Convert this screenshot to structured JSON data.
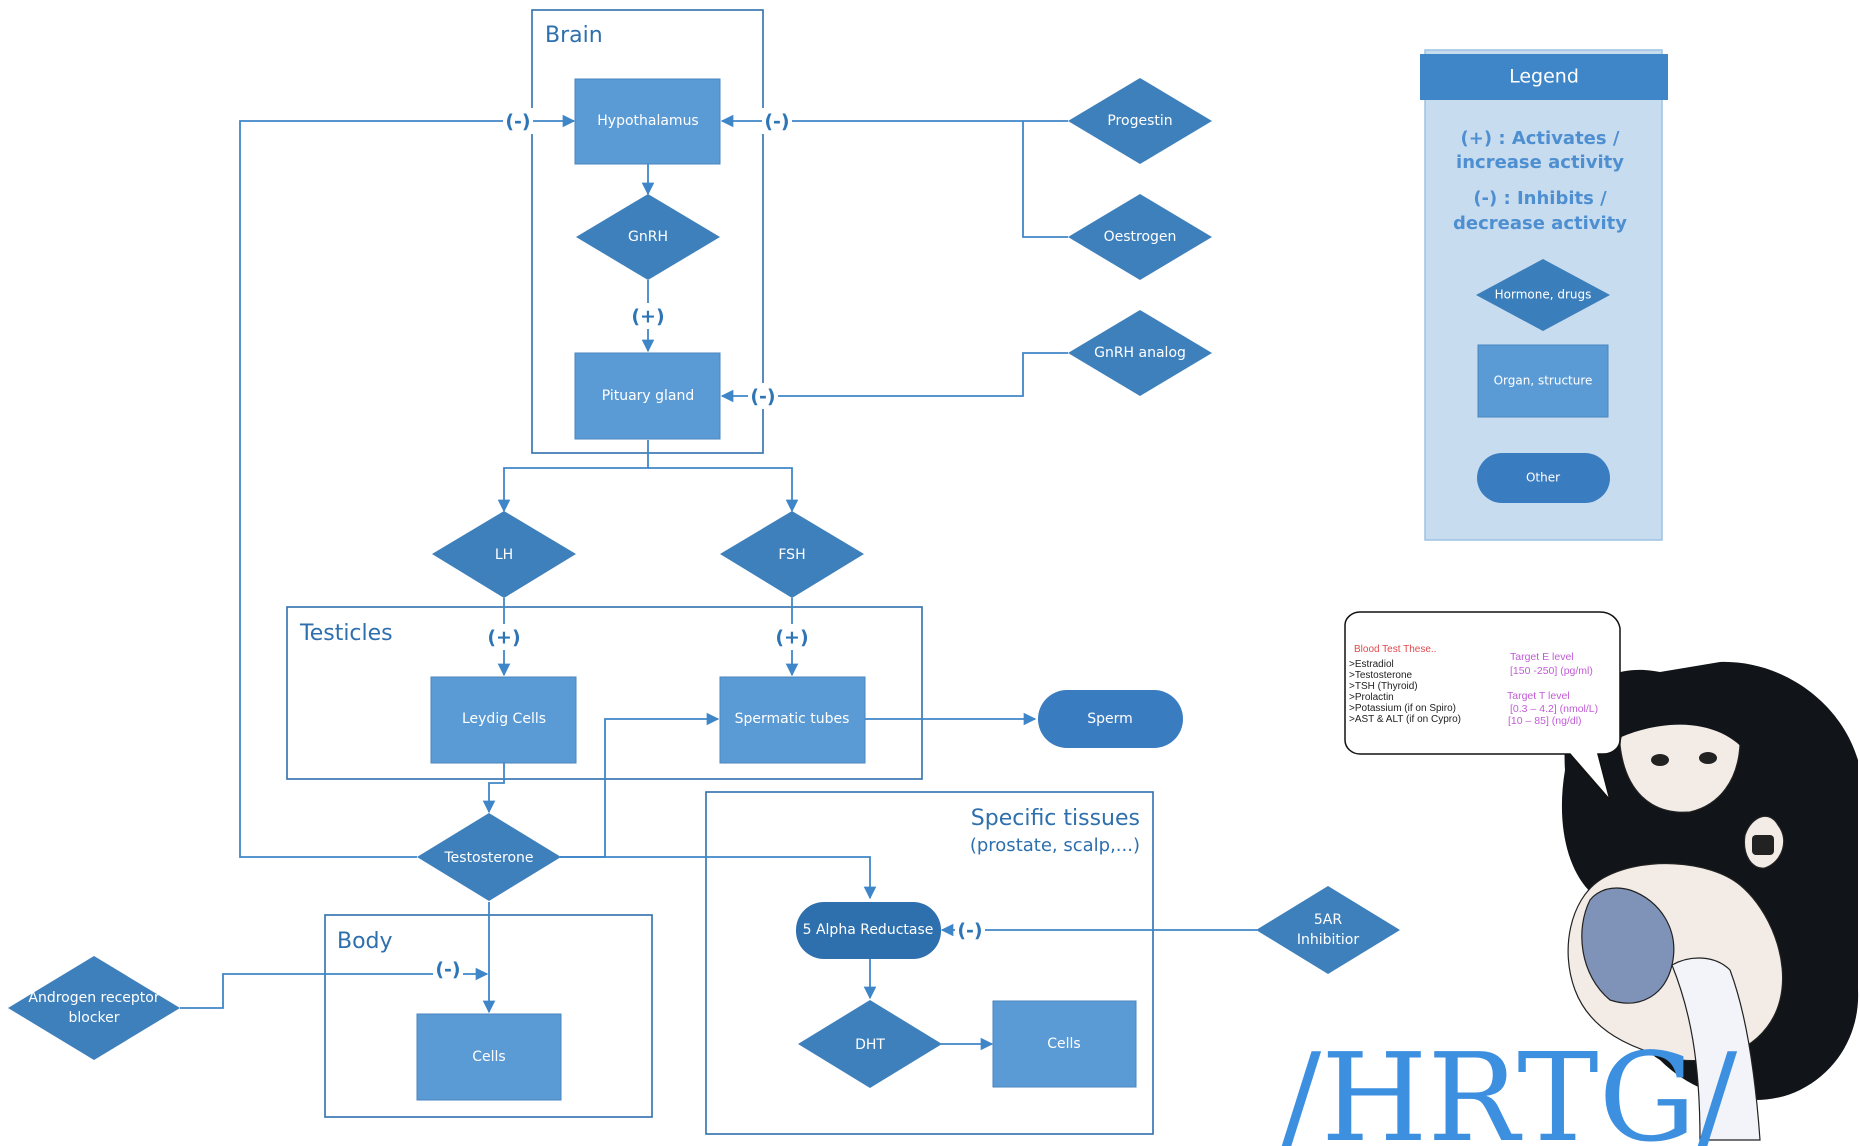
{
  "groups": {
    "brain": "Brain",
    "testicles": "Testicles",
    "body": "Body",
    "specific_tissues": "Specific tissues",
    "specific_tissues_sub": "(prostate, scalp,...)"
  },
  "nodes": {
    "hypothalamus": "Hypothalamus",
    "gnrh": "GnRH",
    "pituitary": "Pituary gland",
    "progestin": "Progestin",
    "oestrogen": "Oestrogen",
    "gnrh_analog": "GnRH analog",
    "lh": "LH",
    "fsh": "FSH",
    "leydig": "Leydig Cells",
    "spermatic": "Spermatic tubes",
    "sperm": "Sperm",
    "testosterone": "Testosterone",
    "alpha_reductase": "5 Alpha Reductase",
    "inhibitor_line1": "5AR",
    "inhibitor_line2": "Inhibitior",
    "dht": "DHT",
    "cells_tissue": "Cells",
    "cells_body": "Cells",
    "arb_line1": "Androgen receptor",
    "arb_line2": "blocker"
  },
  "signs": {
    "plus": "(+)",
    "minus": "(-)"
  },
  "legend": {
    "title": "Legend",
    "activates_1": "(+) : Activates /",
    "activates_2": "increase activity",
    "inhibits_1": "(-) : Inhibits /",
    "inhibits_2": "decrease activity",
    "hormone": "Hormone, drugs",
    "organ": "Organ, structure",
    "other": "Other"
  },
  "bubble": {
    "heading": "Blood Test These..",
    "items": [
      ">Estradiol",
      ">Testosterone",
      ">TSH (Thyroid)",
      ">Prolactin",
      ">Potassium (if on Spiro)",
      ">AST & ALT (if on Cypro)"
    ],
    "e_label": "Target E level",
    "e_value": "[150 -250] (pg/ml)",
    "t_label": "Target T level",
    "t_value_1": "[0.3 – 4.2] (nmol/L)",
    "t_value_2": "[10 – 85] (ng/dl)"
  },
  "watermark": "/HRTG/",
  "colors": {
    "organ": "#5b9bd5",
    "hormone": "#2e75b6",
    "line": "#3f86c8",
    "legend_bg": "#c8dcef",
    "watermark": "#3d8fe0"
  }
}
